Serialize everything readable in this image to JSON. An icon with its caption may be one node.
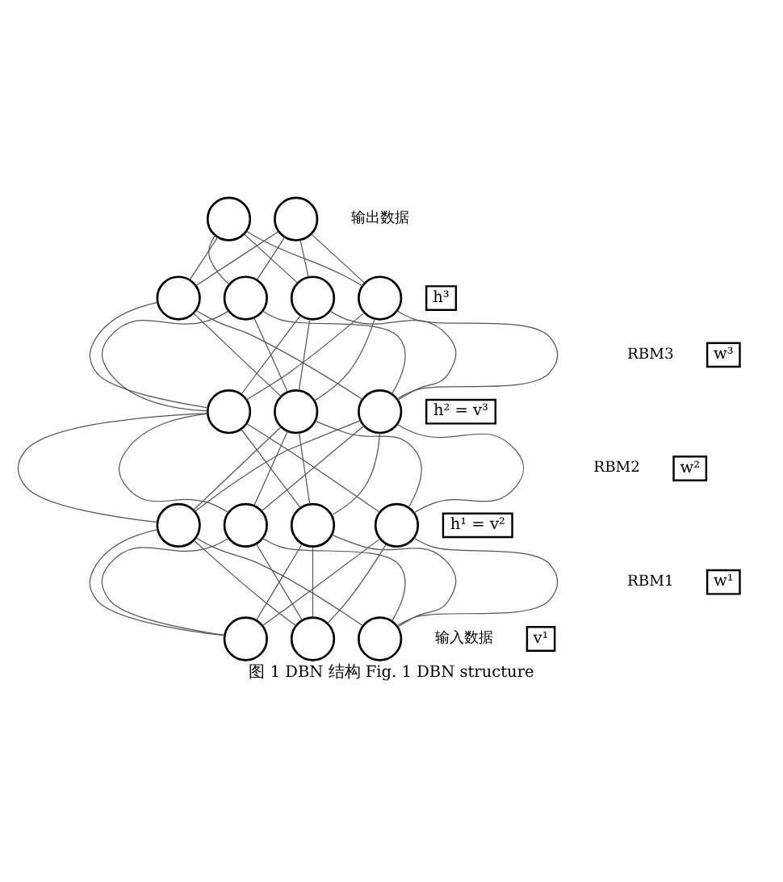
{
  "diagram": {
    "caption": "图 1 DBN 结构 Fig. 1 DBN structure",
    "nodes": [
      {
        "text": [],
        "shape": "circle"
      },
      {
        "text": [],
        "shape": "circle"
      },
      {
        "text": [],
        "shape": "circle"
      },
      {
        "text": [],
        "shape": "circle"
      },
      {
        "text": [],
        "shape": "circle"
      },
      {
        "text": [],
        "shape": "circle"
      },
      {
        "text": [],
        "shape": "circle"
      },
      {
        "text": [],
        "shape": "circle"
      },
      {
        "text": [],
        "shape": "circle"
      },
      {
        "text": [],
        "shape": "circle"
      },
      {
        "text": [],
        "shape": "circle"
      },
      {
        "text": [],
        "shape": "circle"
      },
      {
        "text": [],
        "shape": "circle"
      },
      {
        "text": [],
        "shape": "circle"
      },
      {
        "text": [],
        "shape": "circle"
      },
      {
        "text": [],
        "shape": "circle"
      },
      {
        "text": [
          "h³"
        ]
      },
      {
        "text": [
          "w³"
        ]
      },
      {
        "text": [
          "h² = v³"
        ]
      },
      {
        "text": [
          "w²"
        ]
      },
      {
        "text": [
          "h¹ = v²"
        ]
      },
      {
        "text": [
          "w¹"
        ]
      },
      {
        "text": [
          "v¹"
        ]
      }
    ],
    "edges": [
      {
        "from": 0,
        "to": 2,
        "arrow": "none"
      },
      {
        "from": 0,
        "to": 3,
        "arrow": "none"
      },
      {
        "from": 0,
        "to": 4,
        "arrow": "none"
      },
      {
        "from": 0,
        "to": 5,
        "arrow": "none"
      },
      {
        "from": 1,
        "to": 2,
        "arrow": "none"
      },
      {
        "from": 1,
        "to": 3,
        "arrow": "none"
      },
      {
        "from": 1,
        "to": 4,
        "arrow": "none"
      },
      {
        "from": 1,
        "to": 5,
        "arrow": "none"
      },
      {
        "from": 2,
        "to": 6,
        "arrow": "none"
      },
      {
        "from": 2,
        "to": 7,
        "arrow": "none"
      },
      {
        "from": 2,
        "to": 8,
        "arrow": "none"
      },
      {
        "from": 3,
        "to": 6,
        "arrow": "none"
      },
      {
        "from": 3,
        "to": 7,
        "arrow": "none"
      },
      {
        "from": 3,
        "to": 8,
        "arrow": "none"
      },
      {
        "from": 4,
        "to": 6,
        "arrow": "none"
      },
      {
        "from": 4,
        "to": 7,
        "arrow": "none"
      },
      {
        "from": 4,
        "to": 8,
        "arrow": "none"
      },
      {
        "from": 5,
        "to": 6,
        "arrow": "none"
      },
      {
        "from": 5,
        "to": 7,
        "arrow": "none"
      },
      {
        "from": 5,
        "to": 8,
        "arrow": "none"
      },
      {
        "from": 6,
        "to": 9,
        "arrow": "none"
      },
      {
        "from": 6,
        "to": 10,
        "arrow": "none"
      },
      {
        "from": 6,
        "to": 11,
        "arrow": "none"
      },
      {
        "from": 6,
        "to": 12,
        "arrow": "none"
      },
      {
        "from": 7,
        "to": 9,
        "arrow": "none"
      },
      {
        "from": 7,
        "to": 10,
        "arrow": "none"
      },
      {
        "from": 7,
        "to": 11,
        "arrow": "none"
      },
      {
        "from": 7,
        "to": 12,
        "arrow": "none"
      },
      {
        "from": 8,
        "to": 9,
        "arrow": "none"
      },
      {
        "from": 8,
        "to": 10,
        "arrow": "none"
      },
      {
        "from": 8,
        "to": 11,
        "arrow": "none"
      },
      {
        "from": 8,
        "to": 12,
        "arrow": "none"
      },
      {
        "from": 9,
        "to": 13,
        "arrow": "none"
      },
      {
        "from": 9,
        "to": 14,
        "arrow": "none"
      },
      {
        "from": 9,
        "to": 15,
        "arrow": "none"
      },
      {
        "from": 10,
        "to": 13,
        "arrow": "none"
      },
      {
        "from": 10,
        "to": 14,
        "arrow": "none"
      },
      {
        "from": 10,
        "to": 15,
        "arrow": "none"
      },
      {
        "from": 11,
        "to": 13,
        "arrow": "none"
      },
      {
        "from": 11,
        "to": 14,
        "arrow": "none"
      },
      {
        "from": 11,
        "to": 15,
        "arrow": "none"
      },
      {
        "from": 12,
        "to": 13,
        "arrow": "none"
      },
      {
        "from": 12,
        "to": 14,
        "arrow": "none"
      },
      {
        "from": 12,
        "to": 15,
        "arrow": "none"
      }
    ],
    "labels": [
      "输出数据",
      "RBM3",
      "RBM2",
      "RBM1",
      "输入数据"
    ]
  }
}
